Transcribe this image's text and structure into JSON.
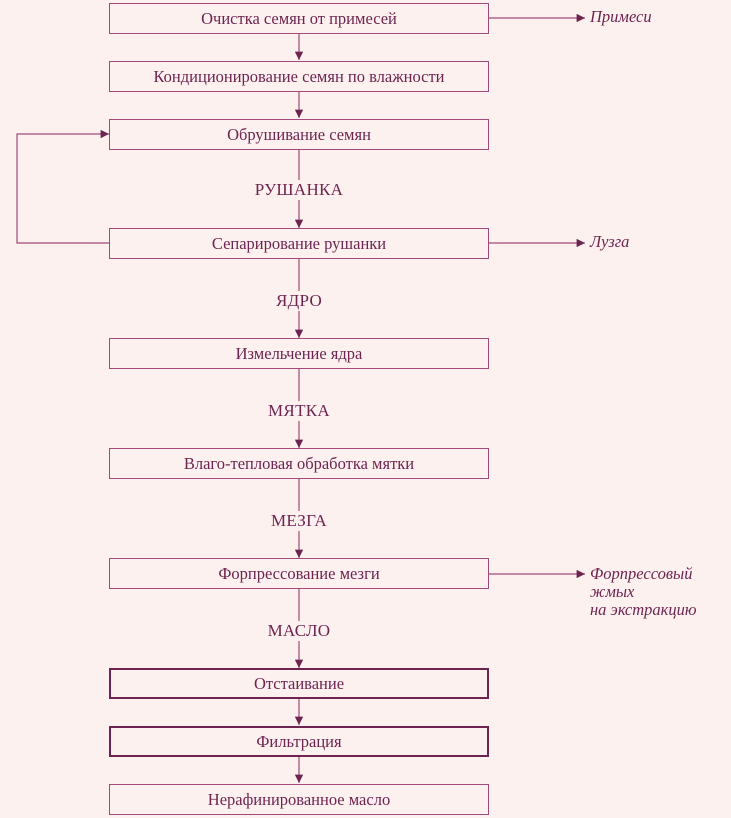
{
  "steps": {
    "cleaning": "Очистка семян от примесей",
    "conditioning": "Кондиционирование семян по влажности",
    "hulling": "Обрушивание семян",
    "separation": "Сепарирование рушанки",
    "grinding": "Измельчение ядра",
    "heat_treatment": "Влаго-тепловая обработка мятки",
    "prepressing": "Форпрессование мезги",
    "settling": "Отстаивание",
    "filtration": "Фильтрация",
    "product": "Нерафинированное масло"
  },
  "intermediates": {
    "rushanka": "РУШАНКА",
    "kernel": "ЯДРО",
    "myatka": "МЯТКА",
    "mezga": "МЕЗГА",
    "oil": "МАСЛО"
  },
  "byproducts": {
    "impurities": "Примеси",
    "husk": "Лузга",
    "cake_line1": "Форпрессовый",
    "cake_line2": "жмых",
    "cake_line3": "на экстракцию"
  },
  "colors": {
    "text": "#6e2450",
    "line": "#a04a7c",
    "background": "#fdf1ef"
  }
}
